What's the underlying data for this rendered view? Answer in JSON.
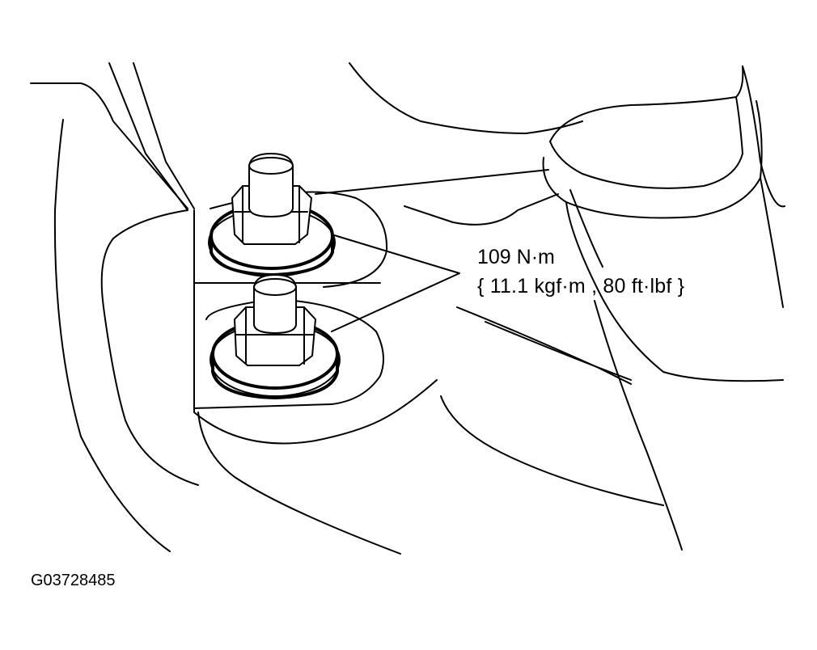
{
  "callout": {
    "torque_line_1": "109 N·m",
    "torque_line_2": "{ 11.1 kgf·m , 80 ft·lbf }"
  },
  "figure_id": "G03728485",
  "colors": {
    "ink": "#000000",
    "background": "#ffffff"
  },
  "parts": [
    "mount-bracket",
    "upper-bolt",
    "lower-bolt",
    "washer",
    "surrounding-body",
    "mount-insulator"
  ]
}
